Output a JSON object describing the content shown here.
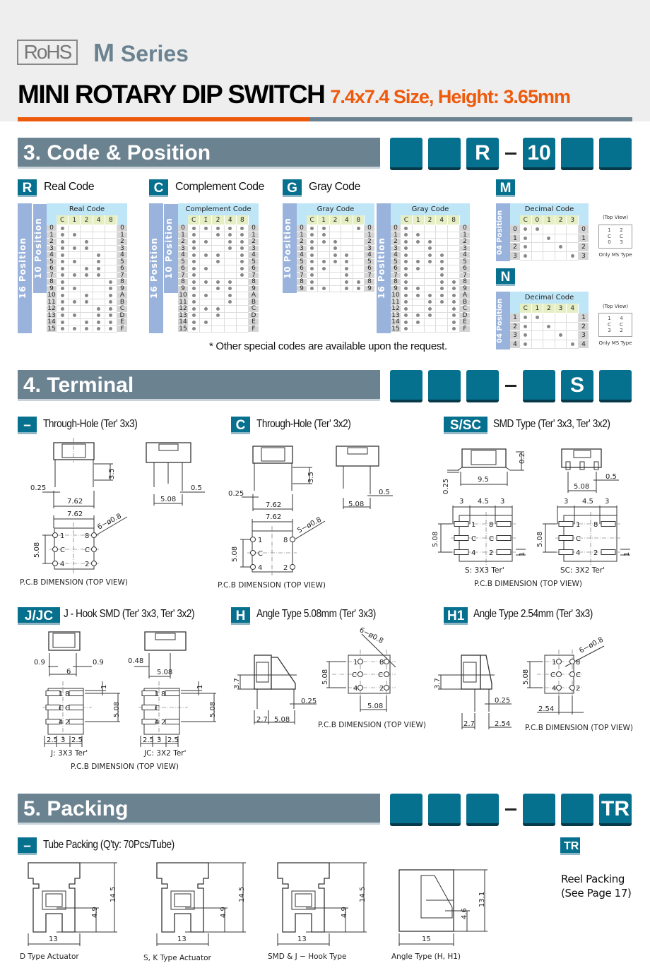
{
  "header": {
    "rohs": "RoHS",
    "series_m": "M",
    "series_rest": "Series",
    "title": "MINI ROTARY DIP SWITCH",
    "subtitle": "7.4x7.4 Size, Height: 3.65mm"
  },
  "colors": {
    "accent": "#ee5a0c",
    "section": "#6b8290",
    "badge": "#06708f"
  },
  "sections": [
    {
      "title": "3. Code & Position",
      "boxes": [
        "",
        "",
        "R",
        "10",
        "",
        ""
      ]
    },
    {
      "title": "4. Terminal",
      "boxes": [
        "",
        "",
        "",
        "",
        "S",
        ""
      ]
    },
    {
      "title": "5. Packing",
      "boxes": [
        "",
        "",
        "",
        "",
        "",
        "TR"
      ]
    }
  ],
  "codes": {
    "badges": [
      {
        "badge": "R",
        "label": "Real Code"
      },
      {
        "badge": "C",
        "label": "Complement Code"
      },
      {
        "badge": "G",
        "label": "Gray Code"
      },
      {
        "badge": "M",
        "label": ""
      },
      {
        "badge": "N",
        "label": ""
      }
    ],
    "pos16": "16 Position",
    "pos10": "10 Position",
    "pos04": "04 Position",
    "note": "* Other special codes are available upon the request.",
    "tables": {
      "real": {
        "title": "Real Code",
        "cols": [
          "C",
          "1",
          "2",
          "4",
          "8"
        ],
        "left": [
          "0",
          "1",
          "2",
          "3",
          "4",
          "5",
          "6",
          "7",
          "8",
          "9",
          "10",
          "11",
          "12",
          "13",
          "14",
          "15"
        ],
        "right": [
          "0",
          "1",
          "2",
          "3",
          "4",
          "5",
          "6",
          "7",
          "8",
          "9",
          "A",
          "B",
          "C",
          "D",
          "E",
          "F"
        ],
        "rows": [
          "10000",
          "11000",
          "10100",
          "11100",
          "10010",
          "11010",
          "10110",
          "11110",
          "10001",
          "11001",
          "10101",
          "11101",
          "10011",
          "11011",
          "10111",
          "11111"
        ]
      },
      "complement": {
        "title": "Complement Code",
        "cols": [
          "C",
          "1̄",
          "2̄",
          "4̄",
          "8̄"
        ],
        "left": [
          "0",
          "1",
          "2",
          "3",
          "4",
          "5",
          "6",
          "7",
          "8",
          "9",
          "10",
          "11",
          "12",
          "13",
          "14",
          "15"
        ],
        "right": [
          "0",
          "1",
          "2",
          "3",
          "4",
          "5",
          "6",
          "7",
          "8",
          "9",
          "A",
          "B",
          "C",
          "D",
          "E",
          "F"
        ],
        "rows": [
          "11111",
          "10111",
          "11011",
          "10011",
          "11101",
          "10101",
          "11001",
          "10001",
          "11110",
          "10110",
          "11010",
          "10010",
          "11100",
          "10100",
          "11000",
          "10000"
        ]
      },
      "gray10": {
        "title": "Gray Code",
        "cols": [
          "C",
          "1",
          "2",
          "4",
          "8"
        ],
        "left": [
          "0",
          "1",
          "2",
          "3",
          "4",
          "5",
          "6",
          "7",
          "8",
          "9"
        ],
        "right": [
          "0",
          "1",
          "2",
          "3",
          "4",
          "5",
          "6",
          "7",
          "8",
          "9"
        ],
        "rows": [
          "11001",
          "11000",
          "11100",
          "10100",
          "10110",
          "11110",
          "11010",
          "10010",
          "10011",
          "11011"
        ]
      },
      "gray16": {
        "title": "Gray Code",
        "cols": [
          "C",
          "1",
          "2",
          "4",
          "8"
        ],
        "left": [
          "0",
          "1",
          "2",
          "3",
          "4",
          "5",
          "6",
          "7",
          "8",
          "9",
          "10",
          "11",
          "12",
          "13",
          "14",
          "15"
        ],
        "right": [
          "0",
          "1",
          "2",
          "3",
          "4",
          "5",
          "6",
          "7",
          "8",
          "9",
          "A",
          "B",
          "C",
          "D",
          "E",
          "F"
        ],
        "rows": [
          "10000",
          "11000",
          "11100",
          "10100",
          "10110",
          "11110",
          "11010",
          "10010",
          "10011",
          "11011",
          "11111",
          "10111",
          "10101",
          "11101",
          "11001",
          "10001"
        ]
      },
      "m": {
        "title": "Decimal Code",
        "cols": [
          "C",
          "0",
          "1",
          "2",
          "3"
        ],
        "left": [
          "0",
          "1",
          "2",
          "3"
        ],
        "right": [
          "0",
          "1",
          "2",
          "3"
        ],
        "rows": [
          "11000",
          "10100",
          "10010",
          "10001"
        ]
      },
      "n": {
        "title": "Decimal Code",
        "cols": [
          "C",
          "1",
          "2",
          "3",
          "4"
        ],
        "left": [
          "1",
          "2",
          "3",
          "4"
        ],
        "right": [
          "1",
          "2",
          "3",
          "4"
        ],
        "rows": [
          "11000",
          "10100",
          "10010",
          "10001"
        ]
      }
    },
    "topview": {
      "title": "(Top View)",
      "note": "Only MS Type",
      "m": [
        "1",
        "2",
        "C",
        "C",
        "0",
        "3"
      ],
      "n": [
        "1",
        "4",
        "C",
        "C",
        "3",
        "2"
      ]
    }
  },
  "terminal": {
    "items": [
      {
        "badge": "–",
        "label": "Through-Hole (Ter' 3x3)"
      },
      {
        "badge": "C",
        "label": "Through-Hole (Ter' 3x2)"
      },
      {
        "badge": "S/SC",
        "label": "SMD Type (Ter' 3x3, Ter' 3x2)"
      },
      {
        "badge": "J/JC",
        "label": "J - Hook SMD (Ter' 3x3, Ter' 3x2)"
      },
      {
        "badge": "H",
        "label": "Angle Type 5.08mm (Ter' 3x3)"
      },
      {
        "badge": "H1",
        "label": "Angle Type 2.54mm (Ter' 3x3)"
      }
    ],
    "pcb_caption": "P.C.B DIMENSION (TOP VIEW)",
    "pins": {
      "p1": "1",
      "p8": "8",
      "pc": "C",
      "p4": "4",
      "p2": "2"
    },
    "th33": {
      "h": "3.5",
      "lead": "0.25",
      "w": "7.62",
      "pin": "0.5",
      "pitch": "5.08",
      "pcbw": "7.62",
      "holes": "6−ø0.8",
      "pcbh": "5.08"
    },
    "th32": {
      "h": "3.5",
      "lead": "0.25",
      "w": "7.62",
      "pin": "0.5",
      "pitch": "5.08",
      "pcbw": "7.62",
      "holes": "5−ø0.8",
      "pcbh": "5.08"
    },
    "smd": {
      "top": "0.2",
      "lead": "0.25",
      "w": "9.5",
      "pin": "0.5",
      "pitch": "5.08",
      "a": "3",
      "b": "4.5",
      "c": "3",
      "pcbh": "5.08",
      "pad": "1",
      "s": "S: 3X3 Ter'",
      "sc": "SC: 3X2 Ter'"
    },
    "jhook": {
      "g1": "0.9",
      "g2": "0.9",
      "w": "6",
      "pin": "0.48",
      "pitch": "5.08",
      "pad": "1",
      "pcbh": "5.08",
      "a": "2.5",
      "b": "3",
      "c": "2.5",
      "j": "J: 3X3 Ter'",
      "jc": "JC: 3X2 Ter'"
    },
    "h": {
      "h": "3.7",
      "lead": "0.25",
      "a": "2.7",
      "b": "5.08",
      "holes": "6−ø0.8",
      "pcbh": "5.08",
      "pcbw": "5.08"
    },
    "h1": {
      "h": "3.7",
      "lead": "0.25",
      "a": "2.7",
      "b": "2.54",
      "holes": "6−ø0.8",
      "pcbh": "5.08",
      "pcbw": "2.54"
    }
  },
  "packing": {
    "tube": {
      "badge": "–",
      "label": "Tube Packing (Q'ty: 70Pcs/Tube)"
    },
    "tubes": [
      {
        "h": "14.5",
        "s": "4.9",
        "w": "13",
        "caption": "D Type Actuator"
      },
      {
        "h": "14.5",
        "s": "4.9",
        "w": "13",
        "caption": "S, K Type Actuator"
      },
      {
        "h": "14.5",
        "s": "4.9",
        "w": "13",
        "caption": "SMD & J − Hook Type"
      },
      {
        "h": "13.1",
        "s": "4.6",
        "w": "15",
        "caption": "Angle Type (H, H1)"
      }
    ],
    "reel": {
      "badge": "TR",
      "line1": "Reel Packing",
      "line2": "(See Page 17)"
    }
  }
}
